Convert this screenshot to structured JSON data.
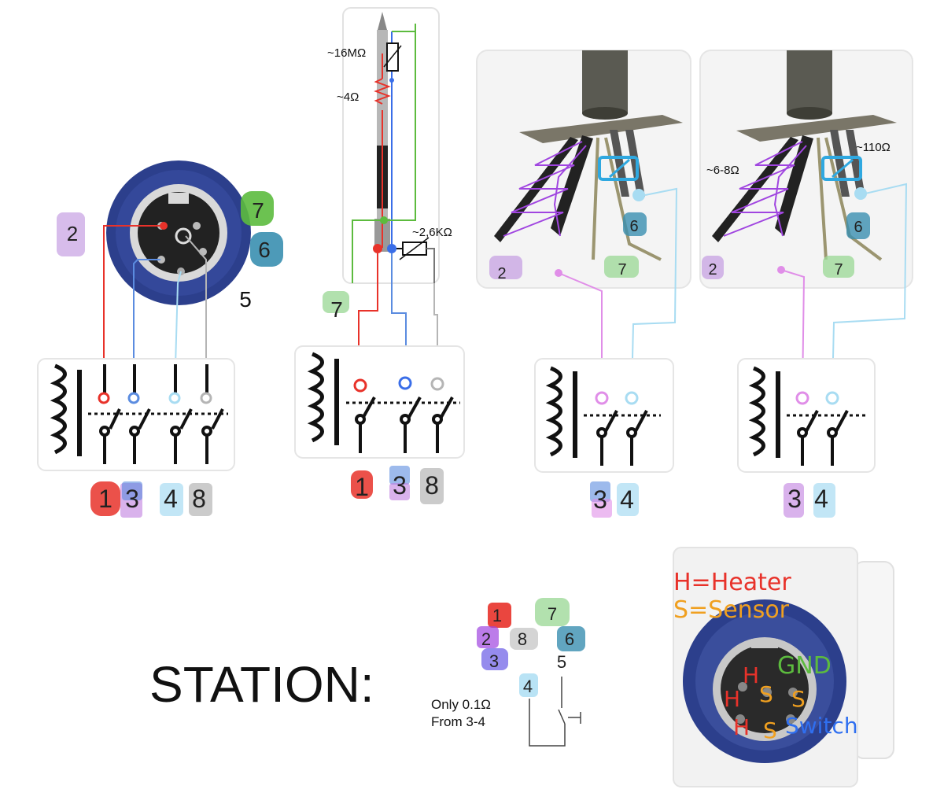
{
  "title": "STATION:",
  "connector": {
    "pins": {
      "p1": "1",
      "p2": "2",
      "p3": "3",
      "p4": "4",
      "p5": "5",
      "p6": "6",
      "p7": "7",
      "p8": "8"
    }
  },
  "iron": {
    "thermistor_value": "~16MΩ",
    "heater_value": "~4Ω",
    "sensor_value": "~2,6KΩ",
    "label7": "7"
  },
  "relay_groups": {
    "g1": [
      "1",
      "3",
      "4",
      "8"
    ],
    "g2": [
      "1",
      "3",
      "8"
    ],
    "g3": [
      "3",
      "4"
    ],
    "g4": [
      "3",
      "4"
    ]
  },
  "handle_right": {
    "heater_value": "~6-8Ω",
    "switch_value": "~110Ω",
    "pin_2": "2",
    "pin_6": "6",
    "pin_7": "7"
  },
  "station_diagram": {
    "note_line1": "Only 0.1Ω",
    "note_line2": "From 3-4"
  },
  "photo_legend": {
    "heater_legend": "H=Heater",
    "sensor_legend": "S=Sensor",
    "gnd": "GND",
    "switch": "Switch",
    "h": "H",
    "s": "S"
  },
  "colors": {
    "red": "#e8322a",
    "purple": "#b07fd6",
    "blue": "#5b8ce0",
    "light_blue": "#a8dcf2",
    "gray": "#b5b5b5",
    "green": "#5cbb3e",
    "teal": "#3a8fb0",
    "connector_blue": "#2c3f8c",
    "violet_wire": "#a045e0"
  }
}
